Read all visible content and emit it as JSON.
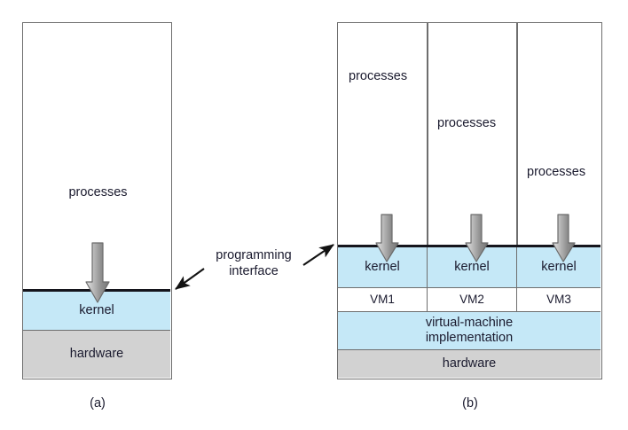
{
  "figure": {
    "title_hidden": "",
    "colors": {
      "kernel_blue": "#c5e8f7",
      "hardware_gray": "#d2d2d2",
      "border_gray": "#6e6e6e",
      "interface_line_black": "#15151c",
      "arrow_gray_light": "#d9d9d9",
      "arrow_gray_dark": "#7a7a7a",
      "text": "#1a1a2e",
      "background": "#ffffff"
    }
  },
  "callout": {
    "line1": "programming",
    "line2": "interface",
    "arrow_left_name": "arrow-to-nonvirtual",
    "arrow_right_name": "arrow-to-virtual"
  },
  "panel_a": {
    "caption": "(a)",
    "processes_label": "processes",
    "kernel_label": "kernel",
    "hardware_label": "hardware",
    "arrow_name": "system-call-arrow"
  },
  "panel_b": {
    "caption": "(b)",
    "columns": [
      {
        "processes_label": "processes",
        "kernel_label": "kernel",
        "vm_label": "VM1"
      },
      {
        "processes_label": "processes",
        "kernel_label": "kernel",
        "vm_label": "VM2"
      },
      {
        "processes_label": "processes",
        "kernel_label": "kernel",
        "vm_label": "VM3"
      }
    ],
    "vm_implementation_line1": "virtual-machine",
    "vm_implementation_line2": "implementation",
    "hardware_label": "hardware"
  }
}
